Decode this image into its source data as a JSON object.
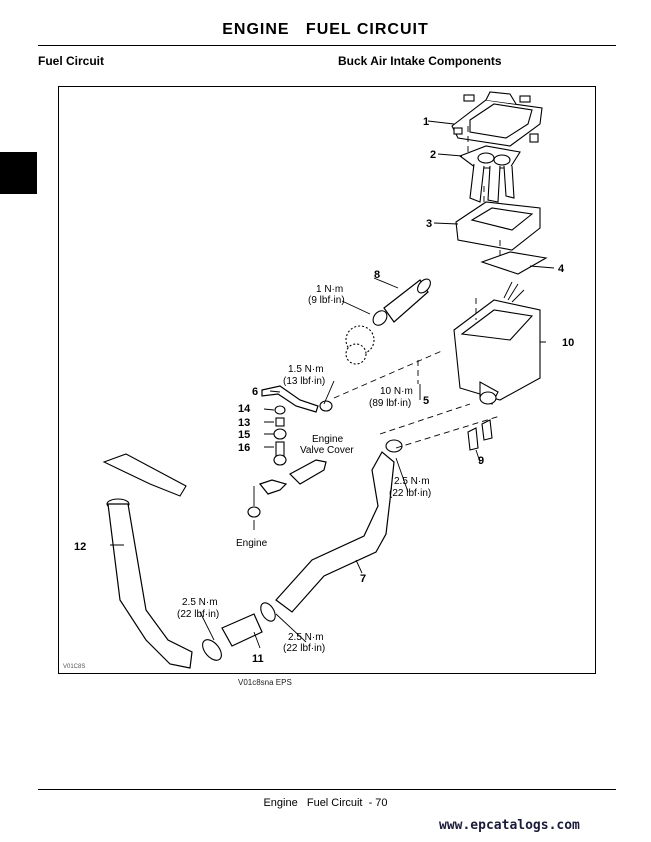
{
  "header": {
    "title": "ENGINE   FUEL CIRCUIT",
    "left_section": "Fuel Circuit",
    "right_section": "Buck Air Intake Components"
  },
  "figure": {
    "id_label": "V01C8S",
    "caption": "V01c8sna EPS",
    "callouts": {
      "c1": "1",
      "c2": "2",
      "c3": "3",
      "c4": "4",
      "c5": "5",
      "c6": "6",
      "c7": "7",
      "c8": "8",
      "c9": "9",
      "c10": "10",
      "c11": "11",
      "c12": "12",
      "c13": "13",
      "c14": "14",
      "c15": "15",
      "c16": "16"
    },
    "torque": {
      "t1_nm": "1 N·m",
      "t1_imp": "(9 lbf·in)",
      "t2_nm": "1.5 N·m",
      "t2_imp": "(13 lbf·in)",
      "t3_nm": "10 N·m",
      "t3_imp": "(89 lbf·in)",
      "t4_nm": "2.5 N·m",
      "t4_imp": "(22 lbf·in)",
      "t5_nm": "2.5 N·m",
      "t5_imp": "(22 lbf·in)",
      "t6_nm": "2.5 N·m",
      "t6_imp": "(22 lbf·in)"
    },
    "labels": {
      "valve_cover_1": "Engine",
      "valve_cover_2": "Valve Cover",
      "engine": "Engine"
    }
  },
  "footer": {
    "text": "Engine   Fuel Circuit  - 70",
    "watermark": "www.epcatalogs.com"
  }
}
